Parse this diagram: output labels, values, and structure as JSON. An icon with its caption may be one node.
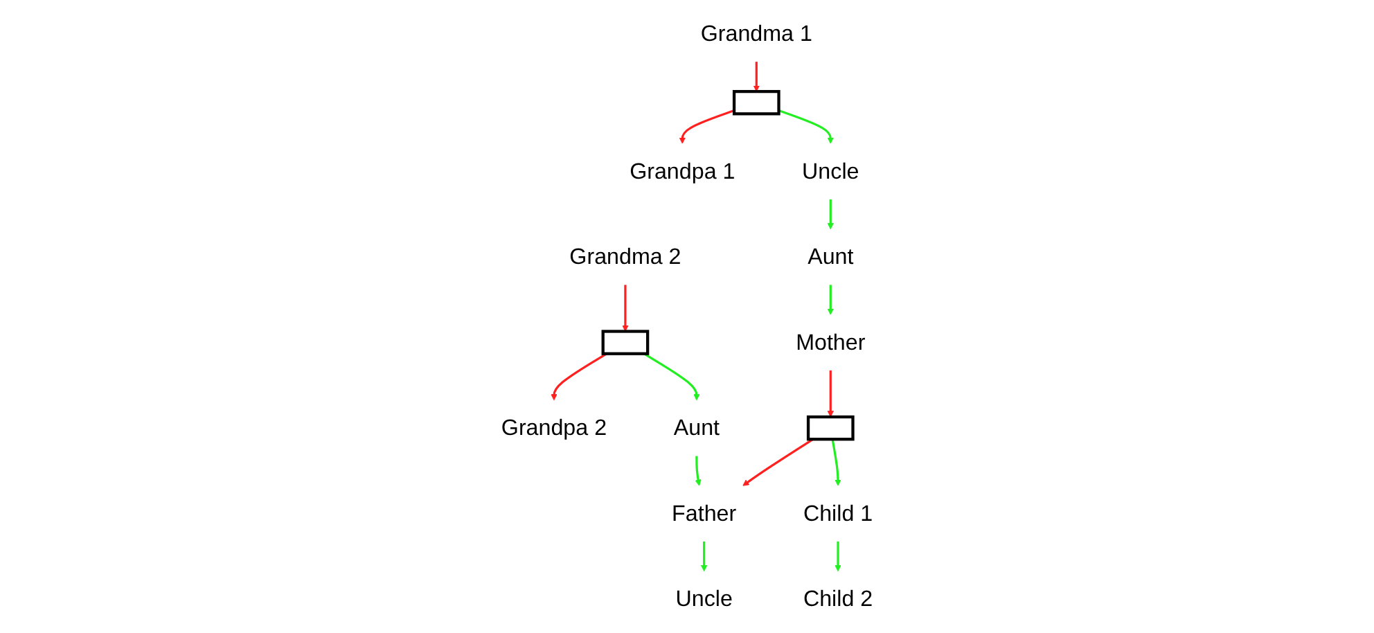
{
  "diagram": {
    "nodes": [
      {
        "text": [
          "Grandma 1"
        ]
      },
      {
        "text": [],
        "shape": "box"
      },
      {
        "text": [
          "Grandpa 1"
        ]
      },
      {
        "text": [
          "Uncle"
        ]
      },
      {
        "text": [
          "Grandma 2"
        ]
      },
      {
        "text": [],
        "shape": "box"
      },
      {
        "text": [
          "Grandpa 2"
        ]
      },
      {
        "text": [
          "Aunt"
        ]
      },
      {
        "text": [
          "Aunt"
        ]
      },
      {
        "text": [
          "Mother"
        ]
      },
      {
        "text": [],
        "shape": "box"
      },
      {
        "text": [
          "Father"
        ]
      },
      {
        "text": [
          "Child 1"
        ]
      },
      {
        "text": [
          "Uncle"
        ]
      },
      {
        "text": [
          "Child 2"
        ]
      }
    ],
    "edges": [
      {
        "from": 0,
        "to": 1,
        "arrow": "to",
        "color": "#ff2020"
      },
      {
        "from": 1,
        "to": 2,
        "arrow": "to",
        "color": "#ff2020"
      },
      {
        "from": 1,
        "to": 3,
        "arrow": "to",
        "color": "#22ee22"
      },
      {
        "from": 3,
        "to": 7,
        "arrow": "to",
        "color": "#22ee22"
      },
      {
        "from": 7,
        "to": 9,
        "arrow": "to",
        "color": "#22ee22"
      },
      {
        "from": 4,
        "to": 5,
        "arrow": "to",
        "color": "#ff2020"
      },
      {
        "from": 5,
        "to": 6,
        "arrow": "to",
        "color": "#ff2020"
      },
      {
        "from": 5,
        "to": 8,
        "arrow": "to",
        "color": "#22ee22"
      },
      {
        "from": 8,
        "to": 11,
        "arrow": "to",
        "color": "#22ee22"
      },
      {
        "from": 11,
        "to": 13,
        "arrow": "to",
        "color": "#22ee22"
      },
      {
        "from": 9,
        "to": 10,
        "arrow": "to",
        "color": "#ff2020"
      },
      {
        "from": 10,
        "to": 11,
        "arrow": "to",
        "color": "#ff2020"
      },
      {
        "from": 10,
        "to": 12,
        "arrow": "to",
        "color": "#22ee22"
      },
      {
        "from": 12,
        "to": 14,
        "arrow": "to",
        "color": "#22ee22"
      }
    ]
  }
}
